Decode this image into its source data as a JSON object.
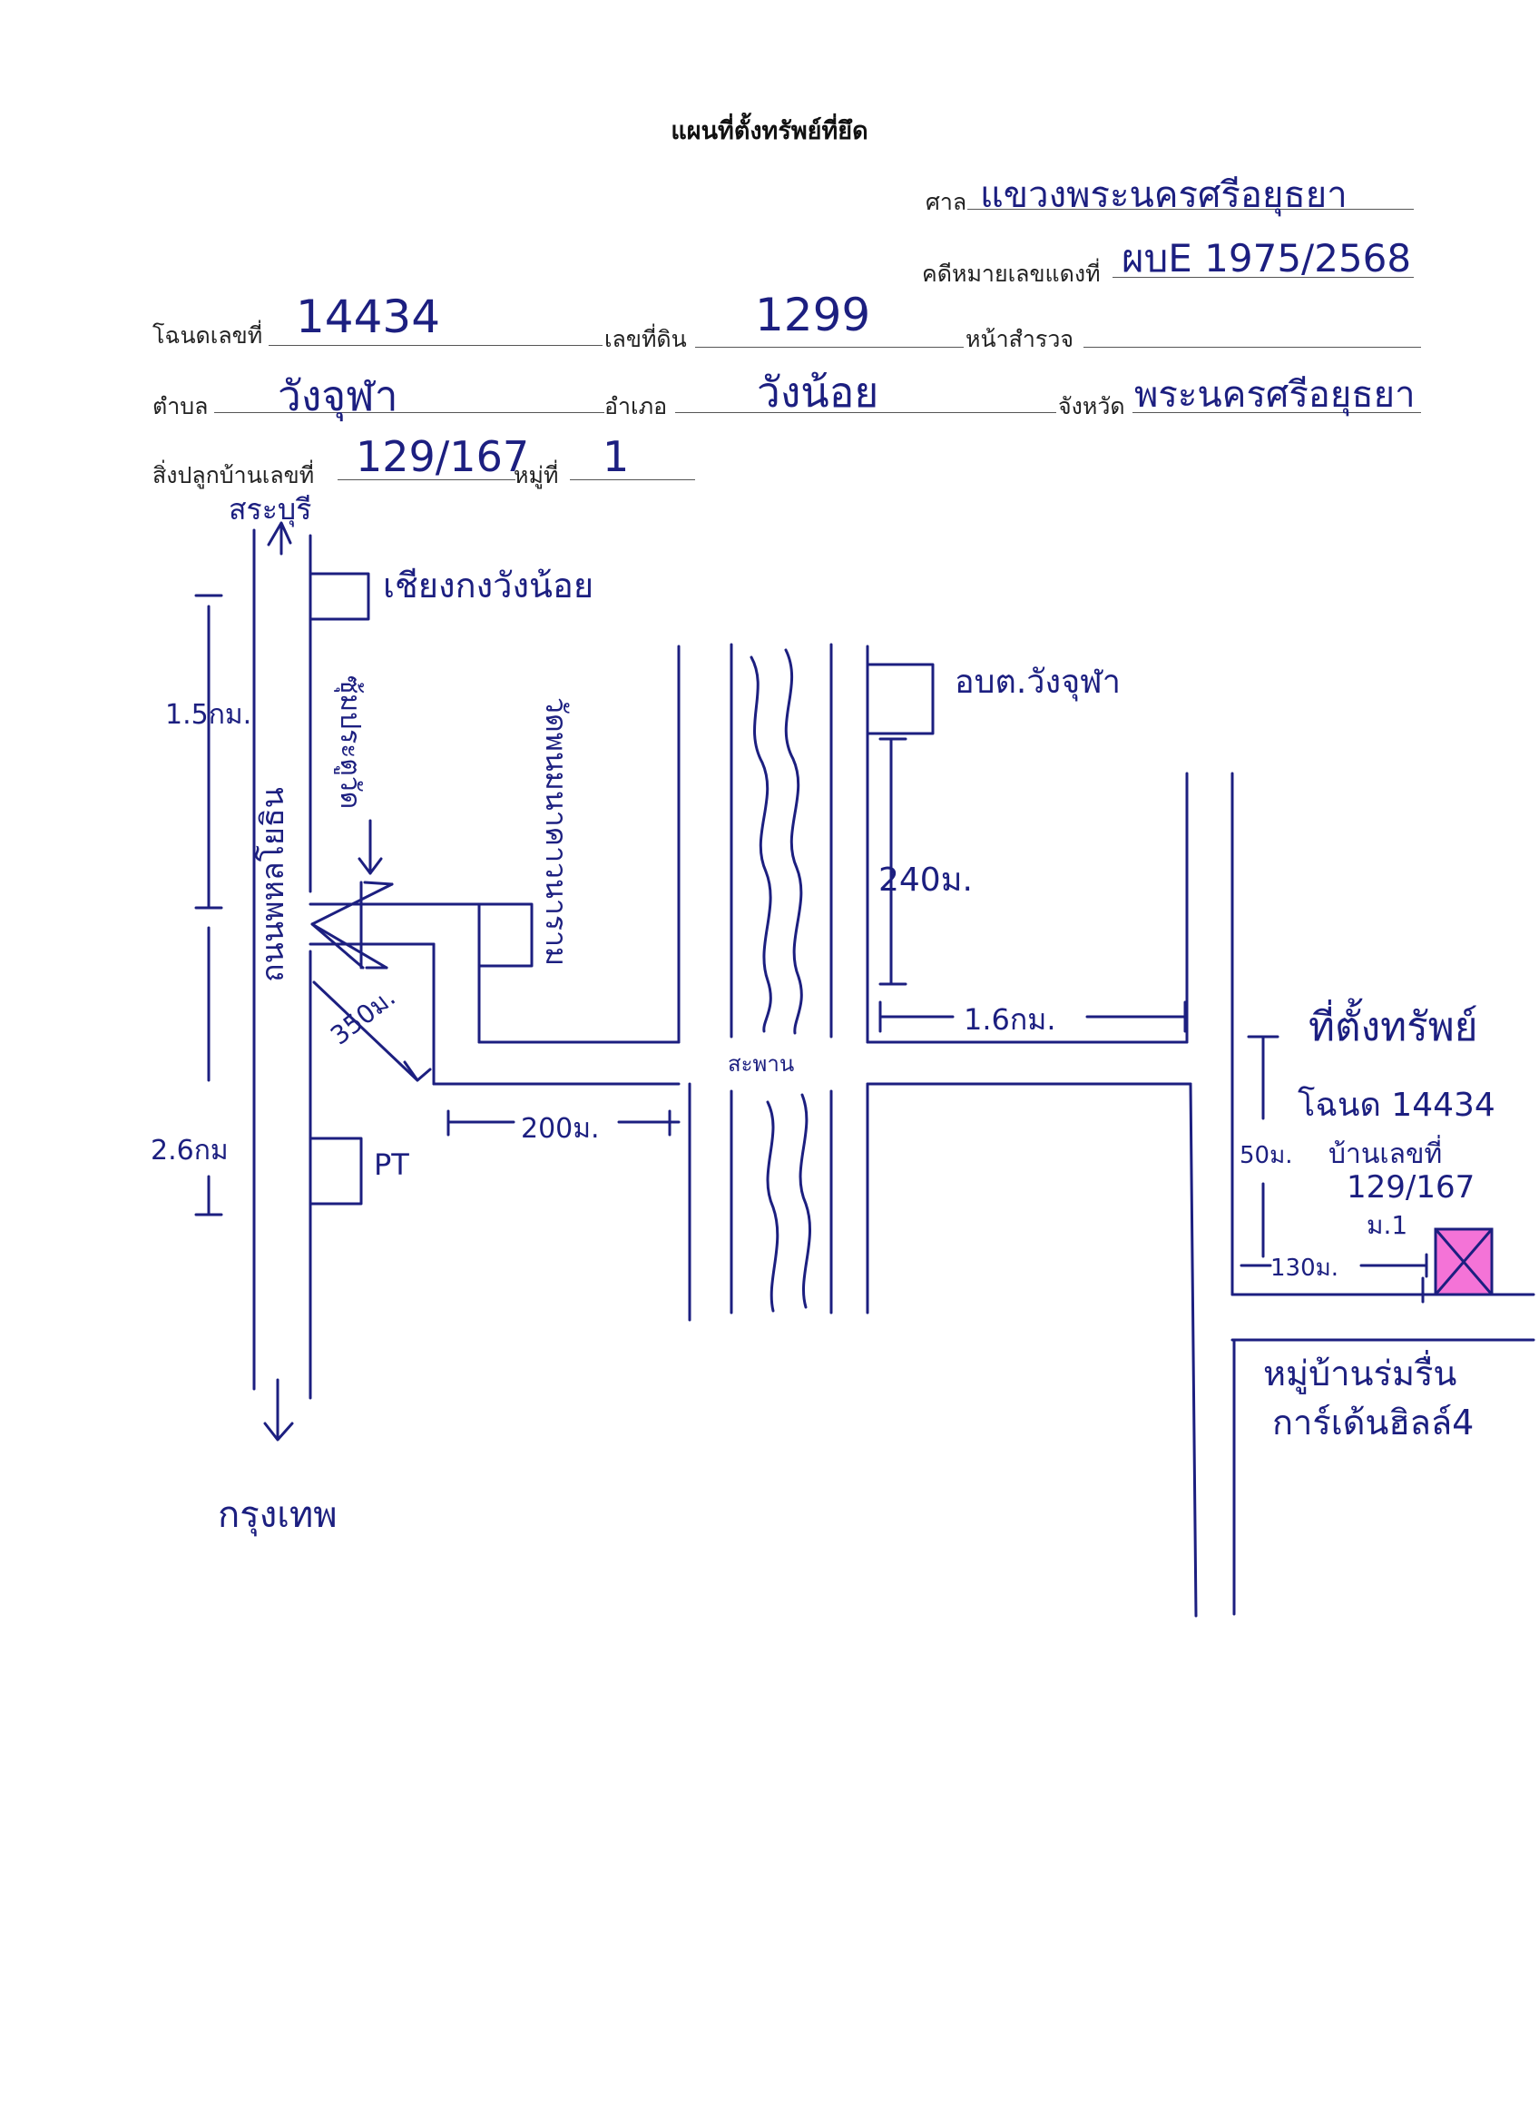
{
  "header": {
    "title": "แผนที่ตั้งทรัพย์ที่ยึด",
    "court_label": "ศาล",
    "court_value": "แขวงพระนครศรีอยุธยา",
    "case_label": "คดีหมายเลขแดงที่",
    "case_value": "ผบE 1975/2568"
  },
  "form": {
    "deed_label": "โฉนดเลขที่",
    "deed_value": "14434",
    "land_no_label": "เลขที่ดิน",
    "land_no_value": "1299",
    "survey_label": "หน้าสำรวจ",
    "survey_value": "",
    "tambon_label": "ตำบล",
    "tambon_value": "วังจุฬา",
    "amphoe_label": "อำเภอ",
    "amphoe_value": "วังน้อย",
    "province_label": "จังหวัด",
    "province_value": "พระนครศรีอยุธยา",
    "house_label": "สิ่งปลูกบ้านเลขที่",
    "house_value": "129/167",
    "moo_label": "หมู่ที่",
    "moo_value": "1"
  },
  "map": {
    "north_label": "สระบุรี",
    "south_label": "กรุงเทพ",
    "main_road_label": "ถนนพหลโยธิน",
    "market_label": "เชียงกงวังน้อย",
    "return_point_label": "ซุ้มประตูวัด",
    "temple_label": "วัดพนมนาคาวนาราม",
    "pt_label": "PT",
    "sao_label": "อบต.วังจุฬา",
    "bridge_label": "สะพาน",
    "dist_1_5": "1.5กม.",
    "dist_2_6": "2.6กม",
    "dist_350": "350ม.",
    "dist_200": "200ม.",
    "dist_240": "240ม.",
    "dist_1_6": "1.6กม.",
    "dist_50": "50ม.",
    "dist_130": "130ม.",
    "property_title": "ที่ตั้งทรัพย์",
    "property_deed": "โฉนด 14434",
    "property_house": "บ้านเลขที่",
    "property_house_no": "129/167",
    "property_moo": "ม.1",
    "village_line1": "หมู่บ้านร่มรื่น",
    "village_line2": "การ์เด้นฮิลล์4",
    "ink_color": "#1c1f80",
    "marker_color": "#f25bd0"
  }
}
